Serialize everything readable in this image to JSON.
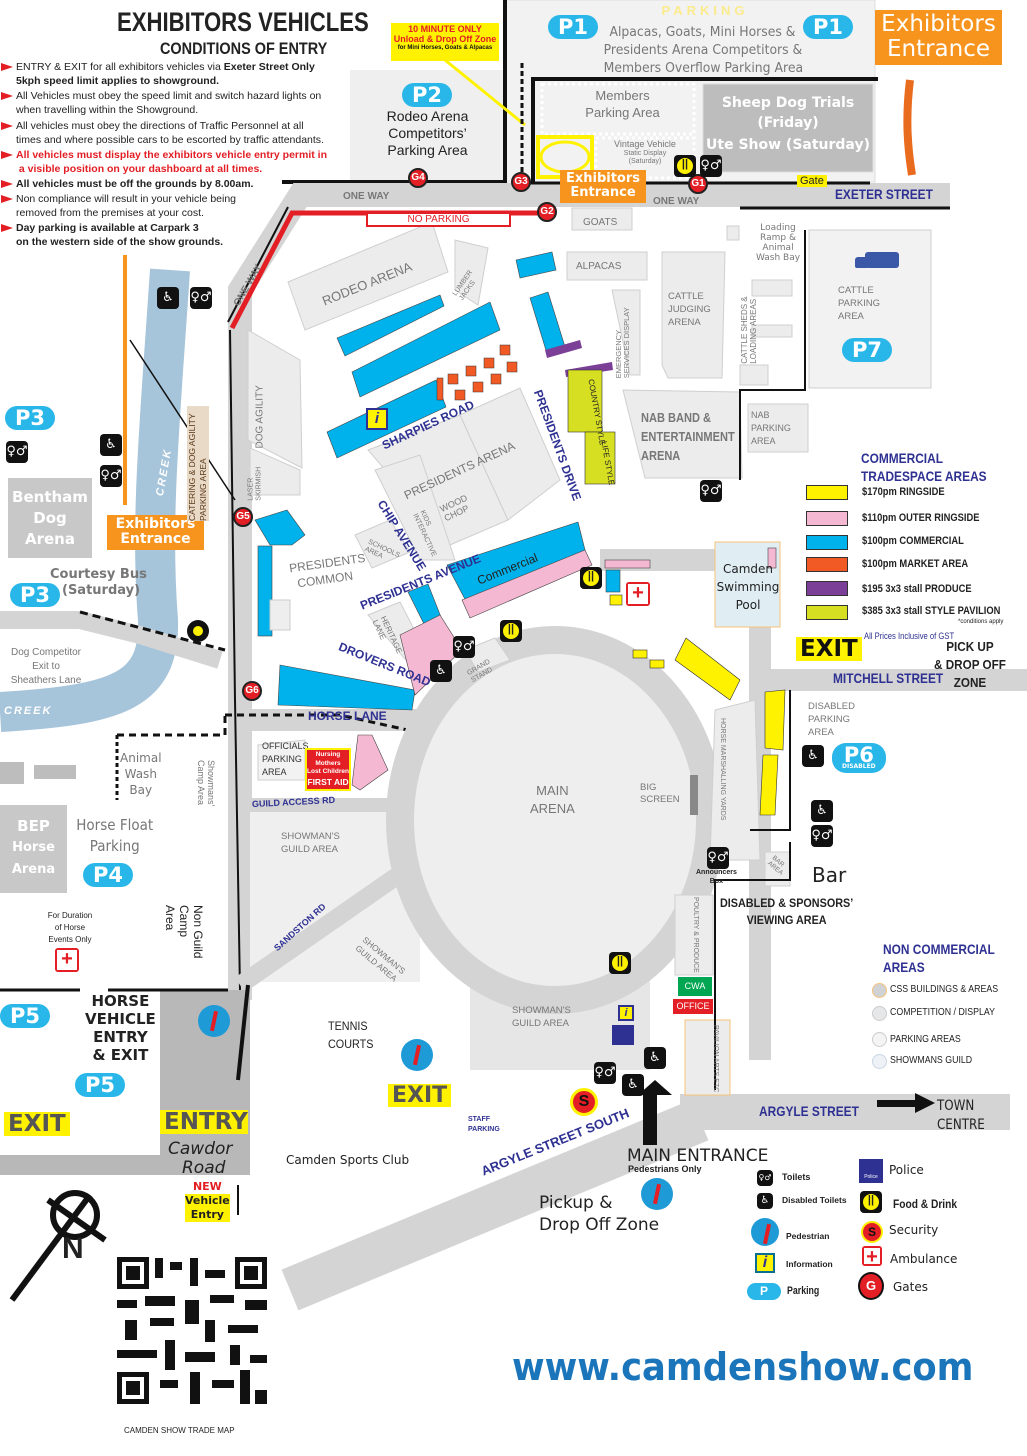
{
  "header": {
    "title": "EXHIBITORS VEHICLES",
    "subtitle": "CONDITIONS OF ENTRY",
    "rules": [
      {
        "a": "ENTRY & EXIT for all exhibitors vehicles via ",
        "b": "Exeter Street Only"
      },
      {
        "a": "5kph speed limit applies to showground."
      },
      {
        "a": "All Vehicles must obey the speed limit and switch hazard lights on",
        "b": "when travelling within the Showground."
      },
      {
        "a": "All vehicles must obey the directions of Traffic Personnel at all",
        "b": "times and where possible cars to be escorted by traffic attendants."
      },
      {
        "a": "All vehicles must display the exhibitors vehicle entry permit in",
        "b": "a visible position on your dashboard at all times."
      },
      {
        "a": "All vehicles must be off the grounds by 8.00am."
      },
      {
        "a": "Non compliance will result in your vehicle being",
        "b": "removed from the premises at your cost."
      },
      {
        "a": "Day parking is available at Carpark 3",
        "b": "on the western side of the show grounds."
      }
    ]
  },
  "callouts": {
    "ten_min_1": "10 MINUTE ONLY",
    "ten_min_2": "Unload & Drop Off Zone",
    "ten_min_3": "for Mini Horses, Goats & Alpacas",
    "exhibitors_entrance_1": "Exhibitors",
    "exhibitors_entrance_2": "Entrance",
    "gate": "Gate",
    "no_parking": "NO PARKING",
    "one_way": "ONE WAY"
  },
  "parking": {
    "p1": "P1",
    "p2": "P2",
    "p3": "P3",
    "p4": "P4",
    "p5": "P5",
    "p6": "P6",
    "p6_sub": "DISABLED",
    "p7": "P7",
    "top_heading": "PARKING",
    "p1_desc_1": "Alpacas, Goats, Mini Horses &",
    "p1_desc_2": "Presidents Arena Competitors &",
    "p1_desc_3": "Members Overflow Parking Area",
    "p2_desc_1": "Rodeo Arena",
    "p2_desc_2": "Competitors’",
    "p2_desc_3": "Parking Area",
    "members_1": "Members",
    "members_2": "Parking Area",
    "vintage_1": "Vintage Vehicle",
    "vintage_2": "Static Display",
    "vintage_3": "(Saturday)",
    "sheep_1": "Sheep Dog Trials",
    "sheep_2": "(Friday)",
    "sheep_3": "Ute Show (Saturday)"
  },
  "gates": {
    "g1": "G1",
    "g2": "G2",
    "g3": "G3",
    "g4": "G4",
    "g5": "G5",
    "g6": "G6"
  },
  "streets": {
    "exeter": "EXETER STREET",
    "mitchell": "MITCHELL STREET",
    "argyle": "ARGYLE STREET",
    "argyle_south": "ARGYLE STREET SOUTH",
    "sharpies": "SHARPIES ROAD",
    "presidents_drive": "PRESIDENTS DRIVE",
    "chip": "CHIP AVENUE",
    "presidents_ave": "PRESIDENTS AVENUE",
    "drovers": "DROVERS ROAD",
    "horse_lane": "HORSE LANE",
    "guild": "GUILD ACCESS RD",
    "sandston": "SANDSTON RD",
    "cawdor_1": "Cawdor",
    "cawdor_2": "Road",
    "creek": "CREEK"
  },
  "areas": {
    "goats": "GOATS",
    "alpacas": "ALPACAS",
    "rodeo": "RODEO ARENA",
    "lumberjacks": "LUMBER JACKS",
    "emergency": "EMERGENCY SERVICES DISPLAY",
    "cattle_judging_1": "CATTLE",
    "cattle_judging_2": "JUDGING",
    "cattle_judging_3": "ARENA",
    "cattle_sheds": "CATTLE SHEDS & LOADING AREAS",
    "loading_1": "Loading",
    "loading_2": "Ramp &",
    "loading_3": "Animal",
    "loading_4": "Wash Bay",
    "cattle_parking_1": "CATTLE",
    "cattle_parking_2": "PARKING",
    "cattle_parking_3": "AREA",
    "country": "COUNTRY STYLE",
    "life": "LIFE STYLE",
    "nab_band_1": "NAB BAND &",
    "nab_band_2": "ENTERTAINMENT",
    "nab_band_3": "ARENA",
    "nab_parking_1": "NAB",
    "nab_parking_2": "PARKING",
    "nab_parking_3": "AREA",
    "dog_agility": "DOG AGILITY",
    "laser": "LASER SKIRMISH",
    "catering": "CATERING & DOG AGILITY PARKING AREA",
    "presidents_arena": "PRESIDENTS ARENA",
    "wood_chop": "WOOD CHOP",
    "kids": "KIDS INTERACTIVE",
    "presidents_common_1": "PRESIDENTS",
    "presidents_common_2": "COMMON",
    "schools": "SCHOOLS AREA",
    "heritage": "HERITAGE LANE",
    "commercial": "Commercial",
    "grandstand": "GRAND STAND",
    "swimming_1": "Camden",
    "swimming_2": "Swimming",
    "swimming_3": "Pool",
    "bentham_1": "Bentham",
    "bentham_2": "Dog",
    "bentham_3": "Arena",
    "courtesy_1": "Courtesy Bus",
    "courtesy_2": "(Saturday)",
    "dog_exit_1": "Dog Competitor",
    "dog_exit_2": "Exit to",
    "dog_exit_3": "Sheathers Lane",
    "wash_1": "Animal",
    "wash_2": "Wash",
    "wash_3": "Bay",
    "showmans_camp": "Showmans’ Camp Area",
    "bep_1": "BEP",
    "bep_2": "Horse",
    "bep_3": "Arena",
    "float_1": "Horse Float",
    "float_2": "Parking",
    "duration_1": "For Duration",
    "duration_2": "of Horse",
    "duration_3": "Events Only",
    "non_guild": "Non Guild Camp Area",
    "officials_1": "OFFICIALS",
    "officials_2": "PARKING",
    "officials_3": "AREA",
    "first_aid_1": "Nursing",
    "first_aid_2": "Mothers",
    "first_aid_3": "Lost Children",
    "first_aid_4": "FIRST AID",
    "showman_guild_1": "SHOWMAN'S",
    "showman_guild_2": "GUILD AREA",
    "main_arena_1": "MAIN",
    "main_arena_2": "ARENA",
    "big_screen_1": "BIG",
    "big_screen_2": "SCREEN",
    "marshalling": "HORSE MARSHALLING YARDS",
    "announcers_1": "Announcers",
    "announcers_2": "Box",
    "bar_area": "BAR AREA",
    "bar": "Bar",
    "disabled_parking_1": "DISABLED",
    "disabled_parking_2": "PARKING",
    "disabled_parking_3": "AREA",
    "viewing_1": "DISABLED & SPONSORS’",
    "viewing_2": "VIEWING AREA",
    "poultry": "POULTRY & PRODUCE",
    "pavilion": "PAVILION ARTS ETC",
    "cwa": "CWA",
    "office": "OFFICE",
    "tennis_1": "TENNIS",
    "tennis_2": "COURTS",
    "staff_1": "STAFF",
    "staff_2": "PARKING",
    "sports_club": "Camden Sports Club",
    "horse_entry_1": "HORSE",
    "horse_entry_2": "VEHICLE",
    "horse_entry_3": "ENTRY",
    "horse_entry_4": "& EXIT",
    "exit": "EXIT",
    "entry": "ENTRY",
    "new_1": "NEW",
    "new_2": "Vehicle",
    "new_3": "Entry",
    "pickup_up_1": "PICK UP",
    "pickup_up_2": "& DROP OFF",
    "pickup_up_3": "ZONE",
    "main_entrance": "MAIN ENTRANCE",
    "pedestrians_only": "Pedestrians Only",
    "pickup_1": "Pickup &",
    "pickup_2": "Drop Off Zone",
    "town_1": "TOWN",
    "town_2": "CENTRE",
    "north": "N"
  },
  "legend_commercial": {
    "title_1": "COMMERCIAL",
    "title_2": "TRADESPACE AREAS",
    "conditions": "*conditions apply",
    "note": "All Prices Inclusive of GST",
    "items": [
      {
        "label": "$170pm RINGSIDE",
        "color": "#fff200"
      },
      {
        "label": "$110pm OUTER RINGSIDE",
        "color": "#f5b8d2"
      },
      {
        "label": "$100pm COMMERCIAL",
        "color": "#00b2ec"
      },
      {
        "label": "$100pm MARKET AREA",
        "color": "#f15a24"
      },
      {
        "label": "$195 3x3 stall PRODUCE",
        "color": "#7b3f98"
      },
      {
        "label": "$385 3x3 stall STYLE PAVILION",
        "color": "#d7df23"
      }
    ]
  },
  "legend_noncommercial": {
    "title_1": "NON COMMERCIAL",
    "title_2": "AREAS",
    "items": [
      {
        "label": "CSS BUILDINGS & AREAS",
        "color": "#d0d2d3"
      },
      {
        "label": "COMPETITION / DISPLAY",
        "color": "#e6e7e8"
      },
      {
        "label": "PARKING AREAS",
        "color": "#f4f4f4"
      },
      {
        "label": "SHOWMANS GUILD",
        "color": "#eef1f5"
      }
    ]
  },
  "legend_icons": {
    "toilets": "Toilets",
    "disabled": "Disabled Toilets",
    "pedestrian": "Pedestrian",
    "information": "Information",
    "parking": "Parking",
    "parking_glyph": "P",
    "police": "Police",
    "police_badge": "Police",
    "food": "Food & Drink",
    "security": "Security",
    "security_glyph": "S",
    "ambulance": "Ambulance",
    "gates": "Gates",
    "gates_glyph": "G"
  },
  "footer": {
    "url": "www.camdenshow.com",
    "caption": "CAMDEN SHOW TRADE MAP"
  }
}
